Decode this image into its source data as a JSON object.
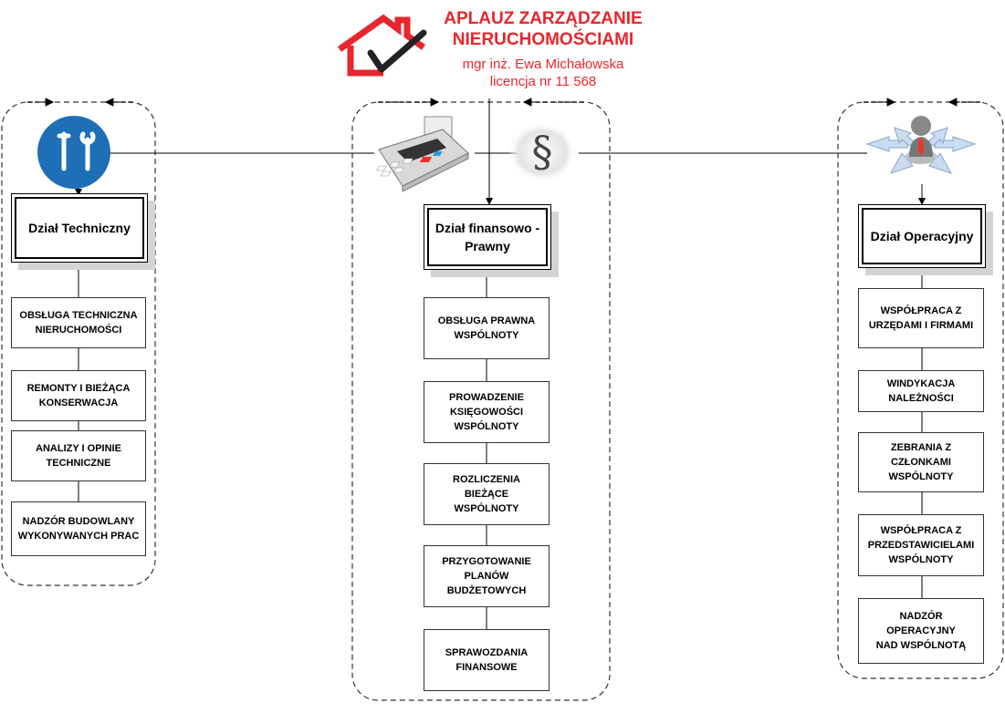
{
  "header": {
    "company_line1": "APLAUZ ZARZĄDZANIE",
    "company_line2": "NIERUCHOMOŚCIAMI",
    "person": "mgr inż. Ewa Michałowska",
    "license": "licencja nr 11 568"
  },
  "columns": {
    "left": {
      "icon": "tools-icon",
      "title": "Dział Techniczny",
      "tasks": [
        "OBSŁUGA TECHNICZNA\nNIERUCHOMOŚCI",
        "REMONTY I BIEŻĄCA\nKONSERWACJA",
        "ANALIZY I OPINIE\nTECHNICZNE",
        "NADZÓR BUDOWLANY\nWYKONYWANYCH PRAC"
      ]
    },
    "middle": {
      "icons": [
        "calculator-icon",
        "paragraph-icon"
      ],
      "title": "Dział finansowo -\nPrawny",
      "paragraph_symbol": "§",
      "tasks": [
        "OBSŁUGA PRAWNA\nWSPÓLNOTY",
        "PROWADZENIE\nKSIĘGOWOŚCI\nWSPÓLNOTY",
        "ROZLICZENIA BIEŻĄCE\nWSPÓLNOTY",
        "PRZYGOTOWANIE\nPLANÓW\nBUDŻETOWYCH",
        "SPRAWOZDANIA\nFINANSOWE"
      ]
    },
    "right": {
      "icon": "person-arrows-icon",
      "title": "Dział Operacyjny",
      "tasks": [
        "WSPÓŁPRACA Z\nURZĘDAMI I FIRMAMI",
        "WINDYKACJA\nNALEŻNOŚCI",
        "ZEBRANIA Z\nCZŁONKAMI\nWSPÓLNOTY",
        "WSPÓŁPRACA Z\nPRZEDSTAWICIELAMI\nWSPÓLNOTY",
        "NADZÓR OPERACYJNY\nNAD WSPÓLNOTĄ"
      ]
    }
  },
  "colors": {
    "brand_red": "#e8262d",
    "tools_blue": "#1e6fb5"
  }
}
